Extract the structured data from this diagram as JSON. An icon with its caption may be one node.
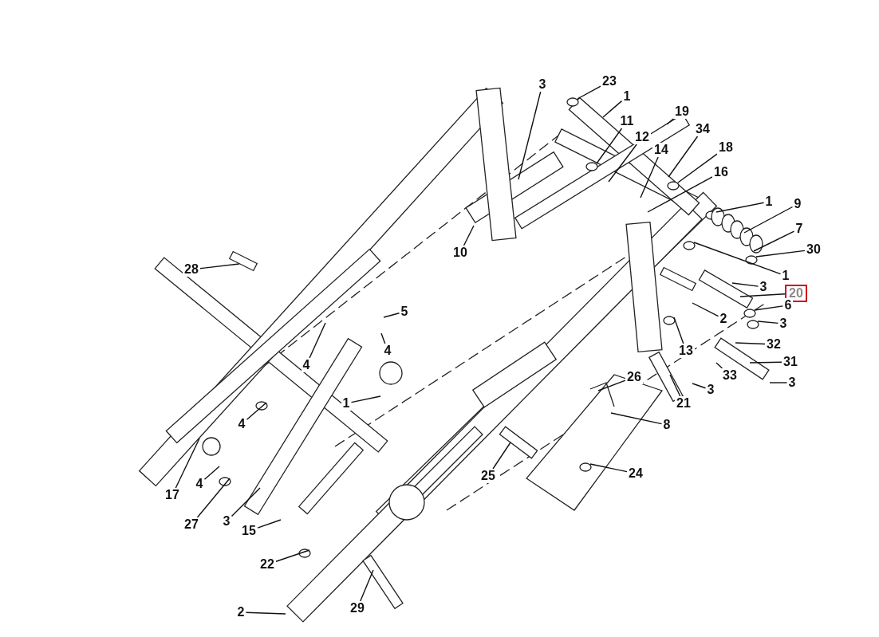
{
  "diagram": {
    "nodes": [
      {
        "text": [
          "3"
        ]
      },
      {
        "text": [
          "23"
        ]
      },
      {
        "text": [
          "1"
        ]
      },
      {
        "text": [
          "19"
        ]
      },
      {
        "text": [
          "11"
        ]
      },
      {
        "text": [
          "12"
        ]
      },
      {
        "text": [
          "34"
        ]
      },
      {
        "text": [
          "18"
        ]
      },
      {
        "text": [
          "14"
        ]
      },
      {
        "text": [
          "16"
        ]
      },
      {
        "text": [
          "1"
        ]
      },
      {
        "text": [
          "9"
        ]
      },
      {
        "text": [
          "7"
        ]
      },
      {
        "text": [
          "30"
        ]
      },
      {
        "text": [
          "10"
        ]
      },
      {
        "text": [
          "28"
        ]
      },
      {
        "text": [
          "1"
        ]
      },
      {
        "text": [
          "3"
        ]
      },
      {
        "text": [
          "20"
        ]
      },
      {
        "text": [
          "6"
        ]
      },
      {
        "text": [
          "5"
        ]
      },
      {
        "text": [
          "2"
        ]
      },
      {
        "text": [
          "3"
        ]
      },
      {
        "text": [
          "4"
        ]
      },
      {
        "text": [
          "32"
        ]
      },
      {
        "text": [
          "13"
        ]
      },
      {
        "text": [
          "31"
        ]
      },
      {
        "text": [
          "4"
        ]
      },
      {
        "text": [
          "33"
        ]
      },
      {
        "text": [
          "26"
        ]
      },
      {
        "text": [
          "3"
        ]
      },
      {
        "text": [
          "3"
        ]
      },
      {
        "text": [
          "1"
        ]
      },
      {
        "text": [
          "21"
        ]
      },
      {
        "text": [
          "4"
        ]
      },
      {
        "text": [
          "8"
        ]
      },
      {
        "text": [
          "25"
        ]
      },
      {
        "text": [
          "24"
        ]
      },
      {
        "text": [
          "4"
        ]
      },
      {
        "text": [
          "17"
        ]
      },
      {
        "text": [
          "27"
        ]
      },
      {
        "text": [
          "3"
        ]
      },
      {
        "text": [
          "15"
        ]
      },
      {
        "text": [
          "22"
        ]
      },
      {
        "text": [
          "29"
        ]
      },
      {
        "text": [
          "2"
        ]
      }
    ],
    "edges": [
      {
        "from": 0,
        "to": null,
        "arrow": "none"
      },
      {
        "from": 1,
        "to": null,
        "arrow": "none"
      },
      {
        "from": 2,
        "to": null,
        "arrow": "none"
      },
      {
        "from": 3,
        "to": null,
        "arrow": "none"
      },
      {
        "from": 4,
        "to": null,
        "arrow": "none"
      },
      {
        "from": 5,
        "to": null,
        "arrow": "none"
      },
      {
        "from": 6,
        "to": null,
        "arrow": "none"
      },
      {
        "from": 7,
        "to": null,
        "arrow": "none"
      },
      {
        "from": 8,
        "to": null,
        "arrow": "none"
      },
      {
        "from": 9,
        "to": null,
        "arrow": "none"
      },
      {
        "from": 10,
        "to": null,
        "arrow": "none"
      },
      {
        "from": 11,
        "to": null,
        "arrow": "none"
      },
      {
        "from": 12,
        "to": null,
        "arrow": "none"
      },
      {
        "from": 13,
        "to": null,
        "arrow": "none"
      },
      {
        "from": 14,
        "to": null,
        "arrow": "none"
      },
      {
        "from": 15,
        "to": null,
        "arrow": "none"
      },
      {
        "from": 16,
        "to": null,
        "arrow": "none"
      },
      {
        "from": 17,
        "to": null,
        "arrow": "none"
      },
      {
        "from": 18,
        "to": null,
        "arrow": "none"
      },
      {
        "from": 19,
        "to": null,
        "arrow": "none"
      },
      {
        "from": 20,
        "to": null,
        "arrow": "none"
      },
      {
        "from": 21,
        "to": null,
        "arrow": "none"
      },
      {
        "from": 22,
        "to": null,
        "arrow": "none"
      },
      {
        "from": 23,
        "to": null,
        "arrow": "none"
      },
      {
        "from": 24,
        "to": null,
        "arrow": "none"
      },
      {
        "from": 25,
        "to": null,
        "arrow": "none"
      },
      {
        "from": 26,
        "to": null,
        "arrow": "none"
      },
      {
        "from": 27,
        "to": null,
        "arrow": "none"
      },
      {
        "from": 28,
        "to": null,
        "arrow": "none"
      },
      {
        "from": 29,
        "to": null,
        "arrow": "none"
      },
      {
        "from": 30,
        "to": null,
        "arrow": "none"
      },
      {
        "from": 31,
        "to": null,
        "arrow": "none"
      },
      {
        "from": 32,
        "to": null,
        "arrow": "none"
      },
      {
        "from": 33,
        "to": null,
        "arrow": "none"
      },
      {
        "from": 34,
        "to": null,
        "arrow": "none"
      },
      {
        "from": 35,
        "to": null,
        "arrow": "none"
      },
      {
        "from": 36,
        "to": null,
        "arrow": "none"
      },
      {
        "from": 37,
        "to": null,
        "arrow": "none"
      },
      {
        "from": 38,
        "to": null,
        "arrow": "none"
      },
      {
        "from": 39,
        "to": null,
        "arrow": "none"
      },
      {
        "from": 40,
        "to": null,
        "arrow": "none"
      },
      {
        "from": 41,
        "to": null,
        "arrow": "none"
      },
      {
        "from": 42,
        "to": null,
        "arrow": "none"
      },
      {
        "from": 43,
        "to": null,
        "arrow": "none"
      },
      {
        "from": 44,
        "to": null,
        "arrow": "none"
      },
      {
        "from": 45,
        "to": null,
        "arrow": "none"
      }
    ]
  }
}
